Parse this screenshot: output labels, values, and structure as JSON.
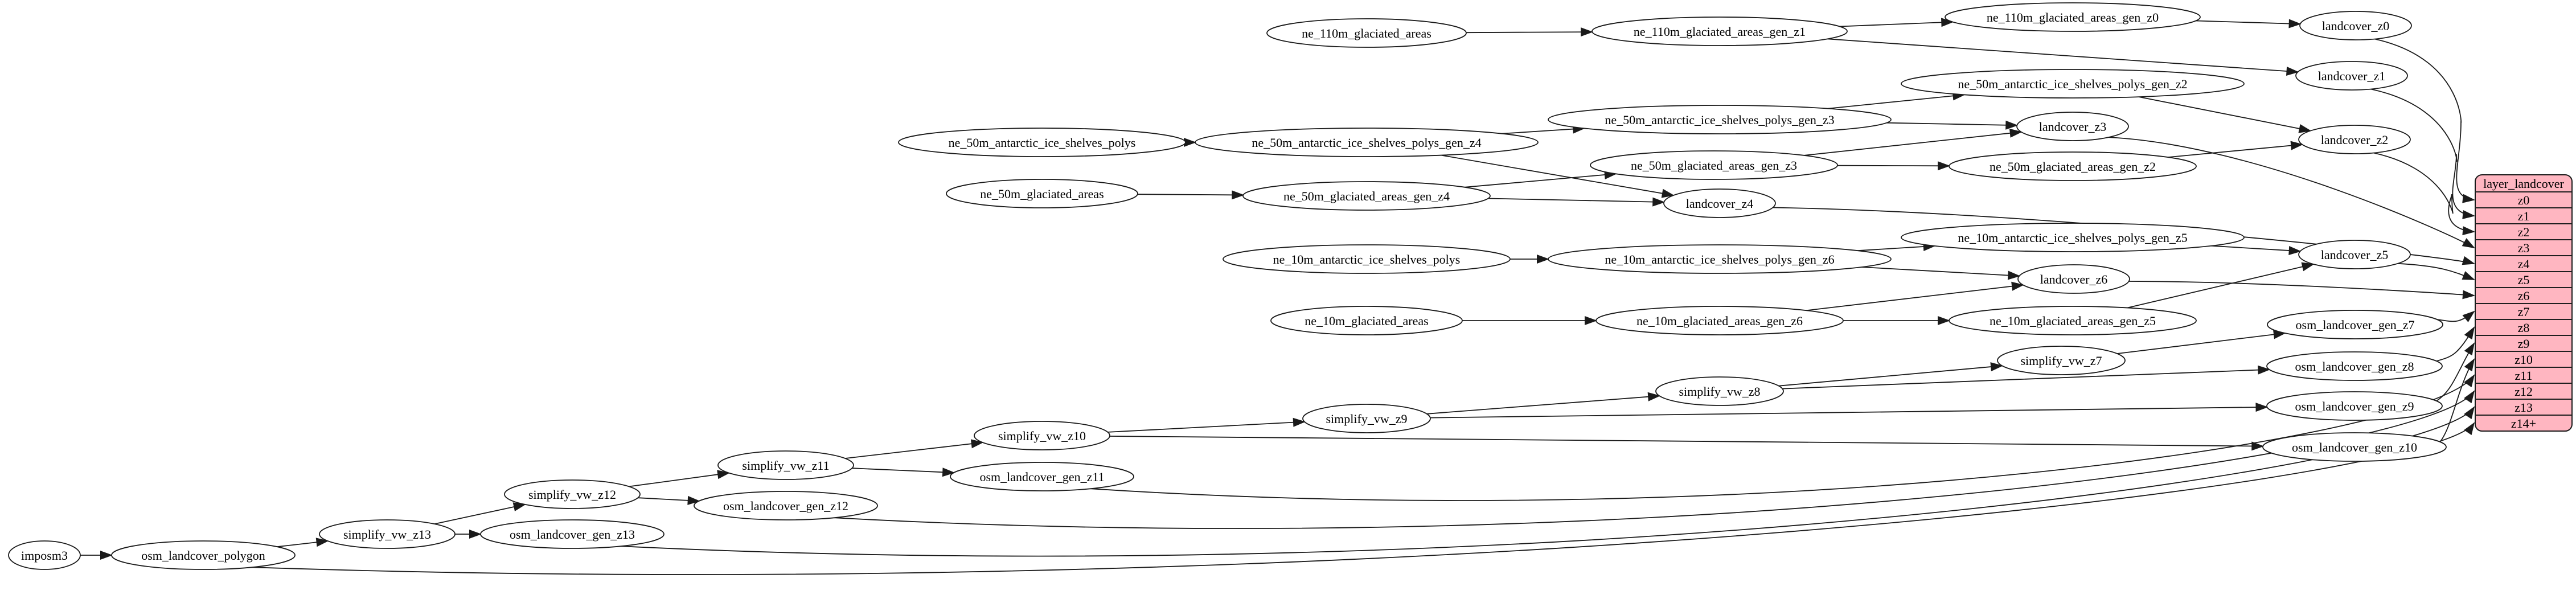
{
  "diagram": {
    "kind": "dependency-graph",
    "background": "#ffffff",
    "node_fill": "#ffffff",
    "node_stroke": "#1a1a1a",
    "edge_color": "#1a1a1a"
  },
  "table": {
    "title": "layer_landcover",
    "fill": "#ffb6c1",
    "rows": [
      "z0",
      "z1",
      "z2",
      "z3",
      "z4",
      "z5",
      "z6",
      "z7",
      "z8",
      "z9",
      "z10",
      "z11",
      "z12",
      "z13",
      "z14+"
    ]
  },
  "nodes": [
    {
      "id": "imposm3",
      "label": "imposm3"
    },
    {
      "id": "osm_landcover_polygon",
      "label": "osm_landcover_polygon"
    },
    {
      "id": "simplify_vw_z13",
      "label": "simplify_vw_z13"
    },
    {
      "id": "osm_landcover_gen_z13",
      "label": "osm_landcover_gen_z13"
    },
    {
      "id": "simplify_vw_z12",
      "label": "simplify_vw_z12"
    },
    {
      "id": "osm_landcover_gen_z12",
      "label": "osm_landcover_gen_z12"
    },
    {
      "id": "simplify_vw_z11",
      "label": "simplify_vw_z11"
    },
    {
      "id": "osm_landcover_gen_z11",
      "label": "osm_landcover_gen_z11"
    },
    {
      "id": "simplify_vw_z10",
      "label": "simplify_vw_z10"
    },
    {
      "id": "simplify_vw_z9",
      "label": "simplify_vw_z9"
    },
    {
      "id": "simplify_vw_z8",
      "label": "simplify_vw_z8"
    },
    {
      "id": "simplify_vw_z7",
      "label": "simplify_vw_z7"
    },
    {
      "id": "osm_landcover_gen_z10",
      "label": "osm_landcover_gen_z10"
    },
    {
      "id": "osm_landcover_gen_z9",
      "label": "osm_landcover_gen_z9"
    },
    {
      "id": "osm_landcover_gen_z8",
      "label": "osm_landcover_gen_z8"
    },
    {
      "id": "osm_landcover_gen_z7",
      "label": "osm_landcover_gen_z7"
    },
    {
      "id": "ne_10m_glaciated_areas",
      "label": "ne_10m_glaciated_areas"
    },
    {
      "id": "ne_10m_glaciated_areas_gen_z6",
      "label": "ne_10m_glaciated_areas_gen_z6"
    },
    {
      "id": "ne_10m_glaciated_areas_gen_z5",
      "label": "ne_10m_glaciated_areas_gen_z5"
    },
    {
      "id": "ne_10m_antarctic_ice_shelves_polys",
      "label": "ne_10m_antarctic_ice_shelves_polys"
    },
    {
      "id": "ne_10m_antarctic_ice_shelves_polys_gen_z6",
      "label": "ne_10m_antarctic_ice_shelves_polys_gen_z6"
    },
    {
      "id": "ne_10m_antarctic_ice_shelves_polys_gen_z5",
      "label": "ne_10m_antarctic_ice_shelves_polys_gen_z5"
    },
    {
      "id": "landcover_z6",
      "label": "landcover_z6"
    },
    {
      "id": "landcover_z5",
      "label": "landcover_z5"
    },
    {
      "id": "ne_50m_glaciated_areas",
      "label": "ne_50m_glaciated_areas"
    },
    {
      "id": "ne_50m_glaciated_areas_gen_z4",
      "label": "ne_50m_glaciated_areas_gen_z4"
    },
    {
      "id": "ne_50m_glaciated_areas_gen_z3",
      "label": "ne_50m_glaciated_areas_gen_z3"
    },
    {
      "id": "ne_50m_glaciated_areas_gen_z2",
      "label": "ne_50m_glaciated_areas_gen_z2"
    },
    {
      "id": "landcover_z4",
      "label": "landcover_z4"
    },
    {
      "id": "ne_50m_antarctic_ice_shelves_polys",
      "label": "ne_50m_antarctic_ice_shelves_polys"
    },
    {
      "id": "ne_50m_antarctic_ice_shelves_polys_gen_z4",
      "label": "ne_50m_antarctic_ice_shelves_polys_gen_z4"
    },
    {
      "id": "ne_50m_antarctic_ice_shelves_polys_gen_z3",
      "label": "ne_50m_antarctic_ice_shelves_polys_gen_z3"
    },
    {
      "id": "ne_50m_antarctic_ice_shelves_polys_gen_z2",
      "label": "ne_50m_antarctic_ice_shelves_polys_gen_z2"
    },
    {
      "id": "landcover_z3",
      "label": "landcover_z3"
    },
    {
      "id": "landcover_z2",
      "label": "landcover_z2"
    },
    {
      "id": "ne_110m_glaciated_areas",
      "label": "ne_110m_glaciated_areas"
    },
    {
      "id": "ne_110m_glaciated_areas_gen_z1",
      "label": "ne_110m_glaciated_areas_gen_z1"
    },
    {
      "id": "ne_110m_glaciated_areas_gen_z0",
      "label": "ne_110m_glaciated_areas_gen_z0"
    },
    {
      "id": "landcover_z0",
      "label": "landcover_z0"
    },
    {
      "id": "landcover_z1",
      "label": "landcover_z1"
    }
  ],
  "edges": [
    [
      "imposm3",
      "osm_landcover_polygon"
    ],
    [
      "osm_landcover_polygon",
      "simplify_vw_z13"
    ],
    [
      "osm_landcover_polygon",
      "row:z14+"
    ],
    [
      "simplify_vw_z13",
      "simplify_vw_z12"
    ],
    [
      "simplify_vw_z13",
      "osm_landcover_gen_z13"
    ],
    [
      "osm_landcover_gen_z13",
      "row:z13"
    ],
    [
      "simplify_vw_z12",
      "simplify_vw_z11"
    ],
    [
      "simplify_vw_z12",
      "osm_landcover_gen_z12"
    ],
    [
      "osm_landcover_gen_z12",
      "row:z12"
    ],
    [
      "simplify_vw_z11",
      "simplify_vw_z10"
    ],
    [
      "simplify_vw_z11",
      "osm_landcover_gen_z11"
    ],
    [
      "osm_landcover_gen_z11",
      "row:z11"
    ],
    [
      "simplify_vw_z10",
      "simplify_vw_z9"
    ],
    [
      "simplify_vw_z10",
      "osm_landcover_gen_z10"
    ],
    [
      "osm_landcover_gen_z10",
      "row:z10"
    ],
    [
      "simplify_vw_z9",
      "simplify_vw_z8"
    ],
    [
      "simplify_vw_z9",
      "osm_landcover_gen_z9"
    ],
    [
      "osm_landcover_gen_z9",
      "row:z9"
    ],
    [
      "simplify_vw_z8",
      "simplify_vw_z7"
    ],
    [
      "simplify_vw_z8",
      "osm_landcover_gen_z8"
    ],
    [
      "osm_landcover_gen_z8",
      "row:z8"
    ],
    [
      "simplify_vw_z7",
      "osm_landcover_gen_z7"
    ],
    [
      "osm_landcover_gen_z7",
      "row:z7"
    ],
    [
      "ne_10m_glaciated_areas",
      "ne_10m_glaciated_areas_gen_z6"
    ],
    [
      "ne_10m_glaciated_areas_gen_z6",
      "ne_10m_glaciated_areas_gen_z5"
    ],
    [
      "ne_10m_glaciated_areas_gen_z6",
      "landcover_z6"
    ],
    [
      "ne_10m_glaciated_areas_gen_z5",
      "landcover_z5"
    ],
    [
      "ne_10m_antarctic_ice_shelves_polys",
      "ne_10m_antarctic_ice_shelves_polys_gen_z6"
    ],
    [
      "ne_10m_antarctic_ice_shelves_polys_gen_z6",
      "ne_10m_antarctic_ice_shelves_polys_gen_z5"
    ],
    [
      "ne_10m_antarctic_ice_shelves_polys_gen_z6",
      "landcover_z6"
    ],
    [
      "ne_10m_antarctic_ice_shelves_polys_gen_z5",
      "landcover_z5"
    ],
    [
      "landcover_z5",
      "row:z5"
    ],
    [
      "landcover_z6",
      "row:z6"
    ],
    [
      "ne_50m_glaciated_areas",
      "ne_50m_glaciated_areas_gen_z4"
    ],
    [
      "ne_50m_glaciated_areas_gen_z4",
      "ne_50m_glaciated_areas_gen_z3"
    ],
    [
      "ne_50m_glaciated_areas_gen_z4",
      "landcover_z4"
    ],
    [
      "ne_50m_glaciated_areas_gen_z3",
      "ne_50m_glaciated_areas_gen_z2"
    ],
    [
      "ne_50m_glaciated_areas_gen_z3",
      "landcover_z3"
    ],
    [
      "ne_50m_glaciated_areas_gen_z2",
      "landcover_z2"
    ],
    [
      "ne_50m_antarctic_ice_shelves_polys",
      "ne_50m_antarctic_ice_shelves_polys_gen_z4"
    ],
    [
      "ne_50m_antarctic_ice_shelves_polys_gen_z4",
      "ne_50m_antarctic_ice_shelves_polys_gen_z3"
    ],
    [
      "ne_50m_antarctic_ice_shelves_polys_gen_z4",
      "landcover_z4"
    ],
    [
      "ne_50m_antarctic_ice_shelves_polys_gen_z3",
      "ne_50m_antarctic_ice_shelves_polys_gen_z2"
    ],
    [
      "ne_50m_antarctic_ice_shelves_polys_gen_z3",
      "landcover_z3"
    ],
    [
      "ne_50m_antarctic_ice_shelves_polys_gen_z2",
      "landcover_z2"
    ],
    [
      "landcover_z4",
      "row:z4"
    ],
    [
      "landcover_z3",
      "row:z3"
    ],
    [
      "landcover_z2",
      "row:z2"
    ],
    [
      "ne_110m_glaciated_areas",
      "ne_110m_glaciated_areas_gen_z1"
    ],
    [
      "ne_110m_glaciated_areas_gen_z1",
      "ne_110m_glaciated_areas_gen_z0"
    ],
    [
      "ne_110m_glaciated_areas_gen_z1",
      "landcover_z1"
    ],
    [
      "ne_110m_glaciated_areas_gen_z0",
      "landcover_z0"
    ],
    [
      "landcover_z0",
      "row:z0"
    ],
    [
      "landcover_z1",
      "row:z1"
    ]
  ]
}
